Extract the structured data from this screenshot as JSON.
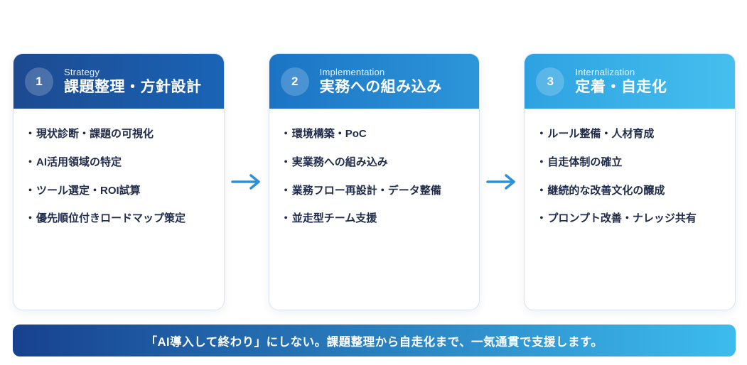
{
  "bullet_char": "・",
  "text_color": "#1f2b4a",
  "cards": [
    {
      "number": "1",
      "label": "Strategy",
      "title": "課題整理・方針設計",
      "header_gradient": [
        "#1d4a90",
        "#1a64b6"
      ],
      "items": [
        "現状診断・課題の可視化",
        "AI活用領域の特定",
        "ツール選定・ROI試算",
        "優先順位付きロードマップ策定"
      ]
    },
    {
      "number": "2",
      "label": "Implementation",
      "title": "実務への組み込み",
      "header_gradient": [
        "#1b74c4",
        "#2d96da"
      ],
      "items": [
        "環境構築・PoC",
        "実業務への組み込み",
        "業務フロー再設計・データ整備",
        "並走型チーム支援"
      ]
    },
    {
      "number": "3",
      "label": "Internalization",
      "title": "定着・自走化",
      "header_gradient": [
        "#2ea2e1",
        "#45bfee"
      ],
      "items": [
        "ルール整備・人材育成",
        "自走体制の確立",
        "継続的な改善文化の醸成",
        "プロンプト改善・ナレッジ共有"
      ]
    }
  ],
  "arrow": {
    "color": "#2e90d8"
  },
  "banner": {
    "text": "「AI導入して終わり」にしない。課題整理から自走化まで、一気通貫で支援します。",
    "gradient": [
      "#17418f",
      "#3cbcee"
    ]
  }
}
